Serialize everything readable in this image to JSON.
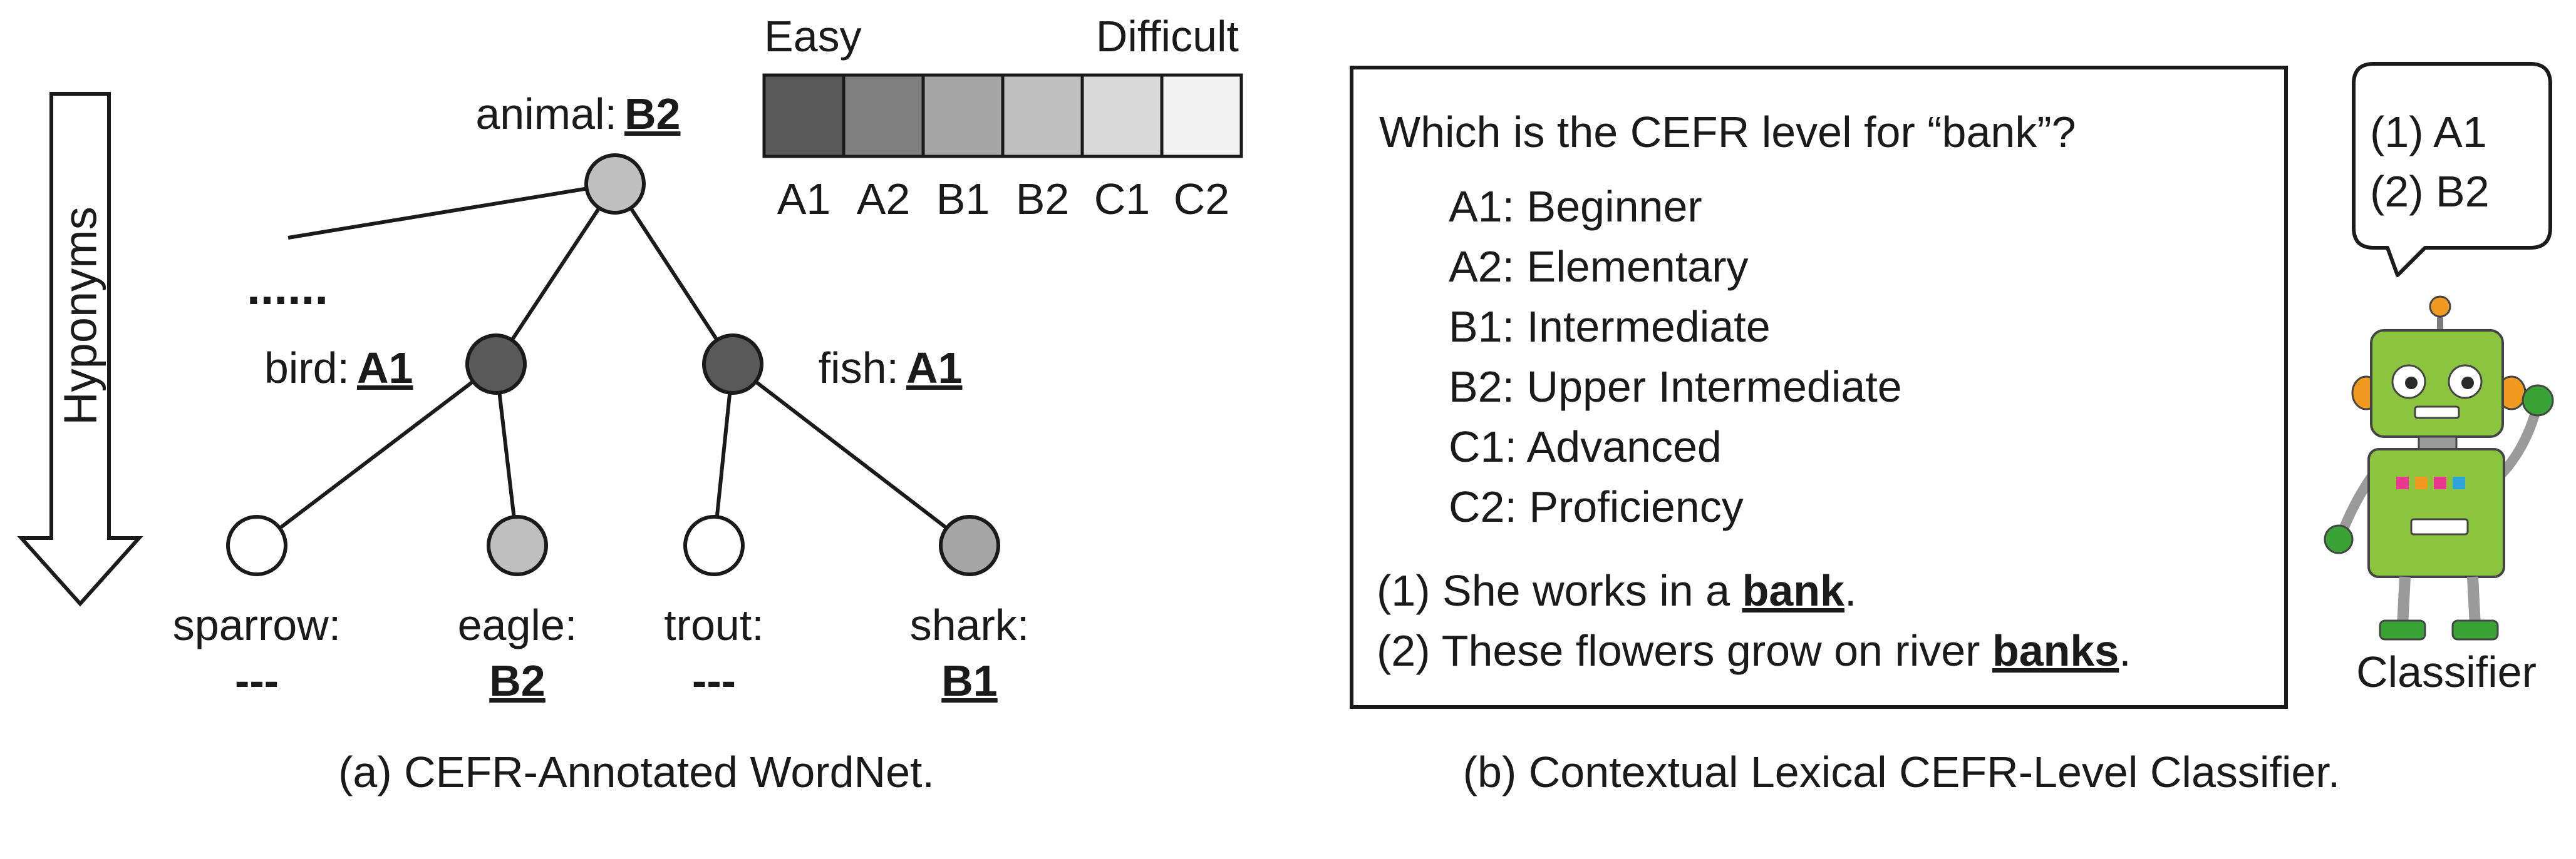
{
  "panel_a": {
    "hyponyms_label": "Hyponyms",
    "ellipsis": "......",
    "nodes": {
      "root": {
        "word": "animal:",
        "level": "B2"
      },
      "bird": {
        "word": "bird:",
        "level": "A1"
      },
      "fish": {
        "word": "fish:",
        "level": "A1"
      },
      "sparrow": {
        "word": "sparrow:",
        "level": "---"
      },
      "eagle": {
        "word": "eagle:",
        "level": "B2"
      },
      "trout": {
        "word": "trout:",
        "level": "---"
      },
      "shark": {
        "word": "shark:",
        "level": "B1"
      }
    },
    "caption": "(a) CEFR-Annotated WordNet."
  },
  "scale": {
    "easy_label": "Easy",
    "difficult_label": "Difficult",
    "levels": [
      "A1",
      "A2",
      "B1",
      "B2",
      "C1",
      "C2"
    ],
    "colors": [
      "#595959",
      "#808080",
      "#a6a6a6",
      "#bfbfbf",
      "#d9d9d9",
      "#f2f2f2"
    ]
  },
  "panel_b": {
    "question": "Which is the CEFR level for “bank”?",
    "options": [
      "A1: Beginner",
      "A2: Elementary",
      "B1: Intermediate",
      "B2: Upper Intermediate",
      "C1: Advanced",
      "C2: Proficiency"
    ],
    "sentence1": {
      "prefix": "(1) She works in a ",
      "word": "bank",
      "suffix": "."
    },
    "sentence2": {
      "prefix": "(2) These flowers grow on river ",
      "word": "banks",
      "suffix": "."
    },
    "bubble": [
      "(1)  A1",
      "(2)  B2"
    ],
    "classifier_label": "Classifier",
    "caption": "(b) Contextual Lexical CEFR-Level Classifier."
  }
}
